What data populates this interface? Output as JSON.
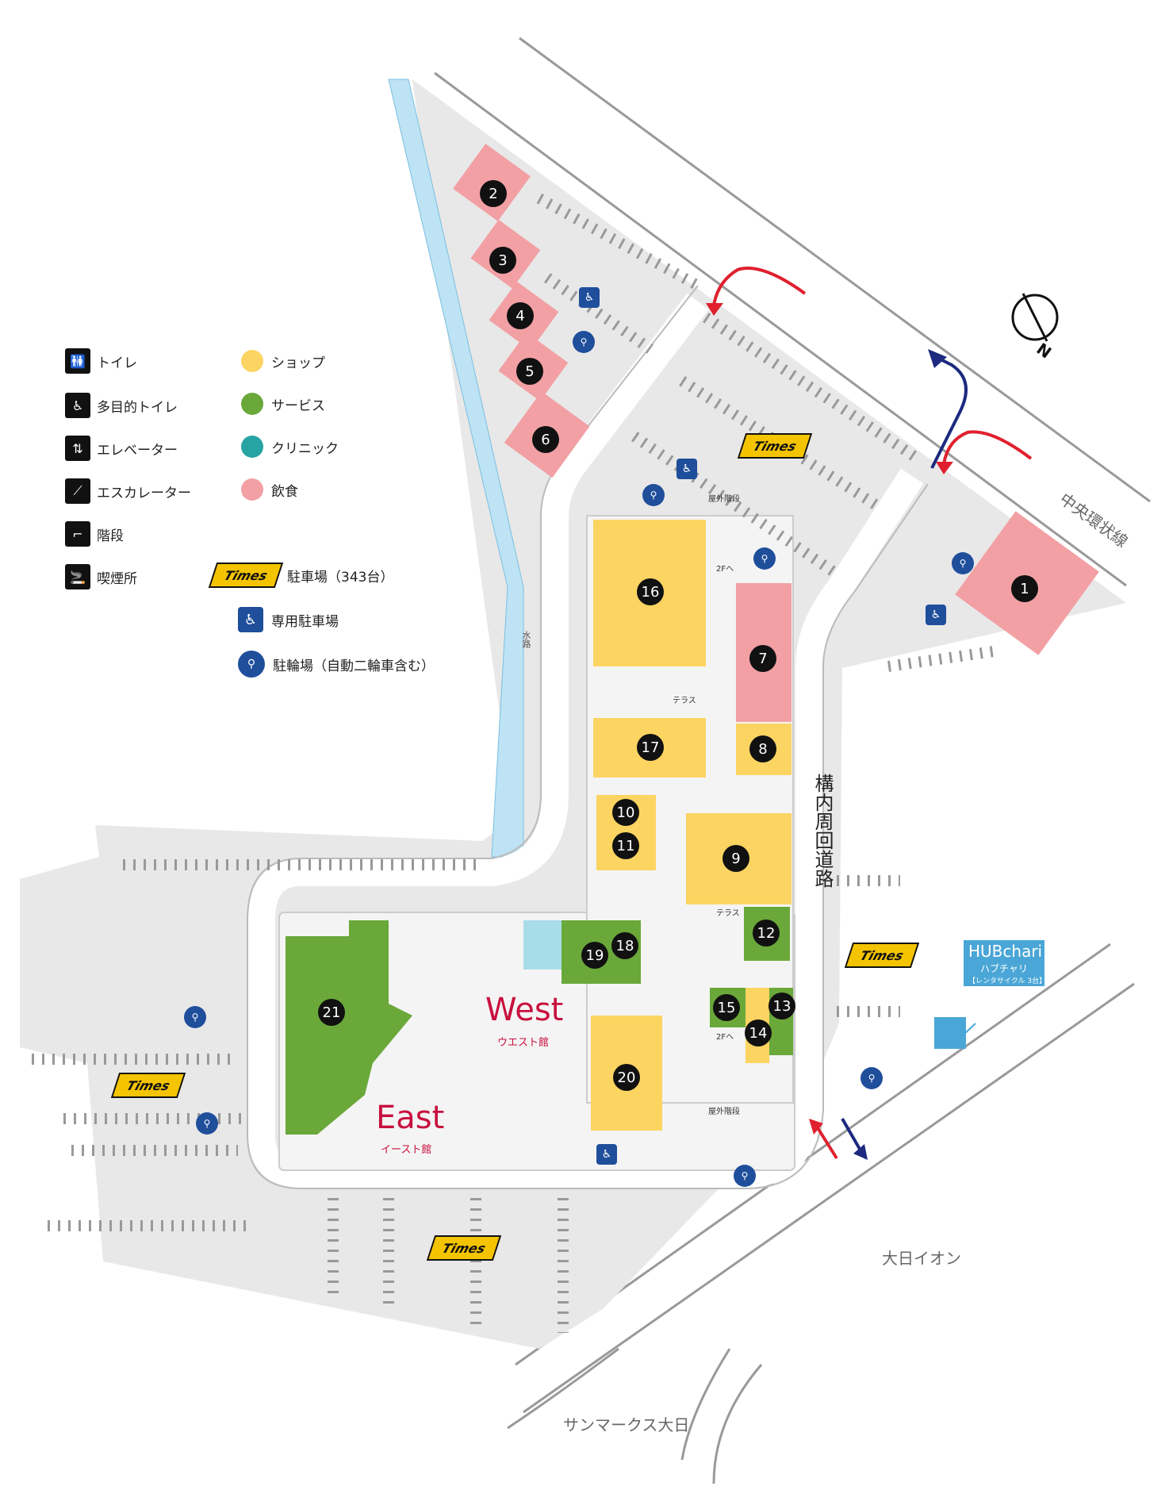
{
  "legend": {
    "facilities": [
      {
        "icon": "toilet-icon",
        "glyph": "🚻",
        "label": "トイレ"
      },
      {
        "icon": "accessible-toilet-icon",
        "glyph": "♿",
        "label": "多目的トイレ"
      },
      {
        "icon": "elevator-icon",
        "glyph": "⇅",
        "label": "エレベーター"
      },
      {
        "icon": "escalator-icon",
        "glyph": "⟋",
        "label": "エスカレーター"
      },
      {
        "icon": "stairs-icon",
        "glyph": "⌐",
        "label": "階段"
      },
      {
        "icon": "smoking-area-icon",
        "glyph": "🚬",
        "label": "喫煙所"
      }
    ],
    "categories": [
      {
        "label": "ショップ",
        "color": "#fcd462"
      },
      {
        "label": "サービス",
        "color": "#6aa83a"
      },
      {
        "label": "クリニック",
        "color": "#26a3a3"
      },
      {
        "label": "飲食",
        "color": "#f2a0a4"
      }
    ],
    "parking": {
      "brand": "Times",
      "label": "駐車場（343台）"
    },
    "accessible_parking": "専用駐車場",
    "bicycle_parking": "駐輪場（自動二輪車含む）"
  },
  "map": {
    "road_label": "構内周回道路",
    "highway_label": "中央環状線",
    "waterway_label": "水路",
    "outdoor_stairs": "屋外階段",
    "to_2f": "2Fへ",
    "terrace": "テラス",
    "west_label": "West",
    "west_sub": "ウエスト館",
    "east_label": "East",
    "east_sub": "イースト館",
    "hubchari_title": "HUBchari",
    "hubchari_sub": "ハブチャリ",
    "hubchari_note": "【レンタサイクル 3台】",
    "neighbor_aeon": "大日イオン",
    "neighbor_sunmarc": "サンマークス大日",
    "north": "N",
    "times_label": "Times",
    "stores": [
      "1",
      "2",
      "3",
      "4",
      "5",
      "6",
      "7",
      "8",
      "9",
      "10",
      "11",
      "12",
      "13",
      "14",
      "15",
      "16",
      "17",
      "18",
      "19",
      "20",
      "21"
    ],
    "colors": {
      "shop": "#fcd462",
      "service": "#6aa83a",
      "food": "#f2a0a4",
      "clinic": "#26a3a3",
      "water": "#bde3f4",
      "ground": "#e8e8e8",
      "road": "#ffffff",
      "accent_red": "#d0103a",
      "arrow_red": "#e0202e",
      "arrow_blue": "#1d2a80"
    }
  }
}
